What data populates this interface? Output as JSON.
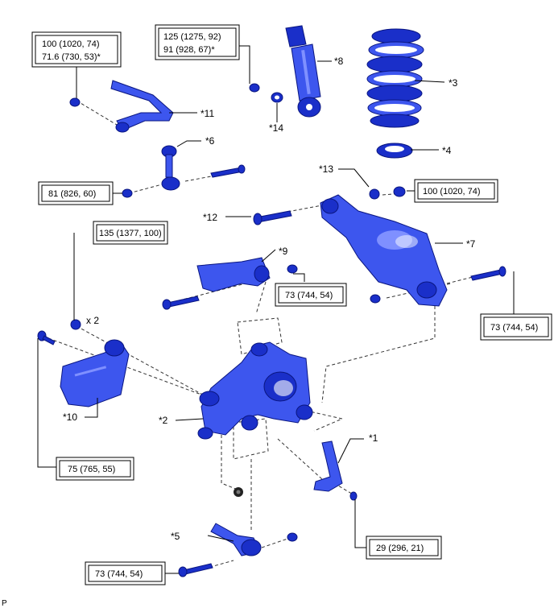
{
  "callouts": {
    "c1": "*1",
    "c2": "*2",
    "c3": "*3",
    "c4": "*4",
    "c5": "*5",
    "c6": "*6",
    "c7": "*7",
    "c8": "*8",
    "c9": "*9",
    "c10": "*10",
    "c11": "*11",
    "c12": "*12",
    "c13": "*13",
    "c14": "*14"
  },
  "torque": {
    "stabilizer_nut_line1": "100 (1020, 74)",
    "stabilizer_nut_line2": "71.6 (730, 53)*",
    "shock_nut_line1": "125 (1275, 92)",
    "shock_nut_line2": "91 (928, 67)*",
    "link_bolt": "81 (826, 60)",
    "arm_nut_upper": "100 (1020, 74)",
    "carrier_bolt": "135 (1377, 100)",
    "arm9_bolt": "73 (744, 54)",
    "arm7_bolt": "73 (744, 54)",
    "member_bolt": "75 (765, 55)",
    "bracket_bolt": "29 (296, 21)",
    "lower_bolt": "73 (744, 54)"
  },
  "quantity_note": "x 2",
  "corner_code": "P",
  "colors": {
    "part": "#1a2fc9",
    "outline": "#0a1680",
    "text": "#000000"
  }
}
